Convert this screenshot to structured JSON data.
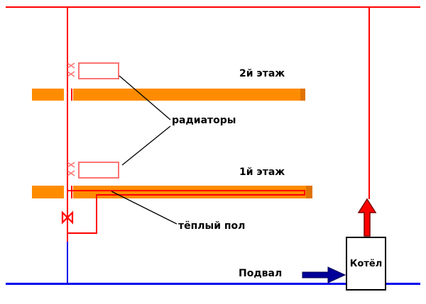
{
  "labels": {
    "floor2": "2й этаж",
    "radiators": "радиаторы",
    "floor1": "1й этаж",
    "warm_floor": "тёплый пол",
    "basement": "Подвал",
    "boiler": "Котёл"
  },
  "colors": {
    "pipe_hot": "#ff0000",
    "pipe_cold": "#0000ee",
    "radiator": "#ff7373",
    "floor": "#ff8c00",
    "floor_edge": "#e07300",
    "arrow_cold": "#000099",
    "arrow_cold_edge": "#000050",
    "arrow_hot_edge": "#7a0000",
    "ink": "#000000"
  },
  "icons": {
    "valve": "valve-bowtie",
    "radiator_valves": "double-cross-marks",
    "arrow_up": "flow-up-arrow",
    "arrow_right": "flow-right-arrow"
  }
}
